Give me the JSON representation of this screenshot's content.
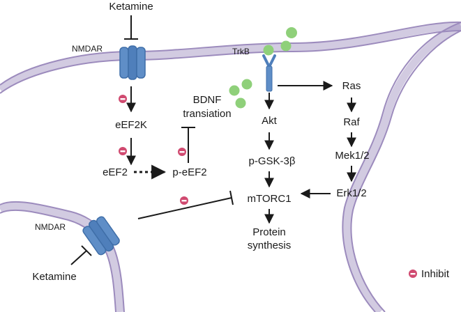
{
  "drugs": {
    "top": "Ketamine",
    "bottom": "Ketamine"
  },
  "receptors": {
    "nmdar_top": "NMDAR",
    "nmdar_bottom": "NMDAR",
    "trkb": "TrkB"
  },
  "nodes": {
    "eef2k": "eEF2K",
    "eef2": "eEF2",
    "p_eef2": "p-eEF2",
    "bdnf_line1": "BDNF",
    "bdnf_line2": "transiation",
    "akt": "Akt",
    "p_gsk": "p-GSK-3β",
    "mtorc1": "mTORC1",
    "protein_line1": "Protein",
    "protein_line2": "synthesis",
    "ras": "Ras",
    "raf": "Raf",
    "mek": "Mek1/2",
    "erk": "Erk1/2"
  },
  "legend": {
    "inhibit": "Inhibit"
  },
  "colors": {
    "membrane_fill": "#e4dcef",
    "membrane_stroke": "#9c8bbd",
    "receptor": "#5f8ec7",
    "receptor_dark": "#3f6ea8",
    "bdnf_dot": "#8fd07a",
    "inhibit_icon": "#d04a70",
    "arrow": "#1a1a1a"
  }
}
